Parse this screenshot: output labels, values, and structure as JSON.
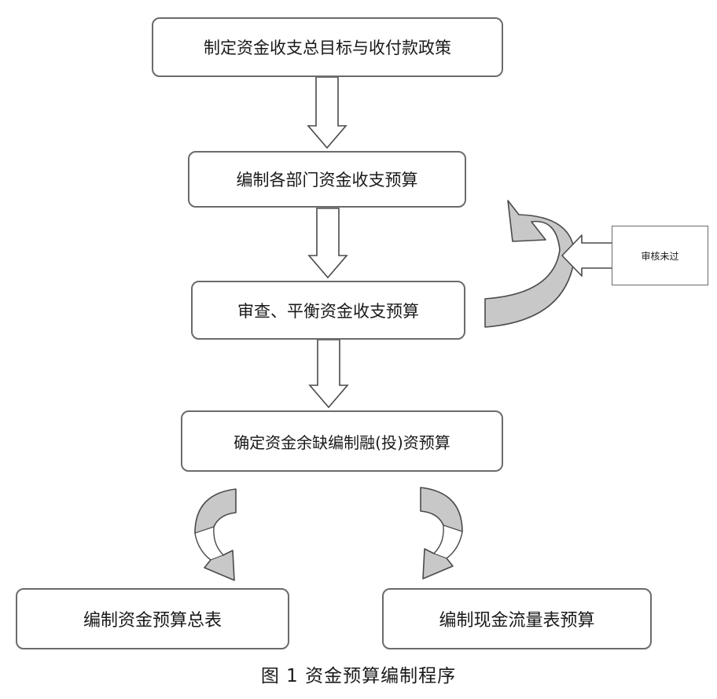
{
  "steps": {
    "step1": "制定资金收支总目标与收付款政策",
    "step2": "编制各部门资金收支预算",
    "step3": "审查、平衡资金收支预算",
    "step4": "确定资金余缺编制融(投)资预算",
    "step5": "编制资金预算总表",
    "step6": "编制现金流量表预算"
  },
  "loop_note": "审核未过",
  "caption": "图 1    资金预算编制程序",
  "colors": {
    "line": "#4a4a4a",
    "curved_fill": "#c8c8c8",
    "box_border": "#6b6b6b"
  }
}
